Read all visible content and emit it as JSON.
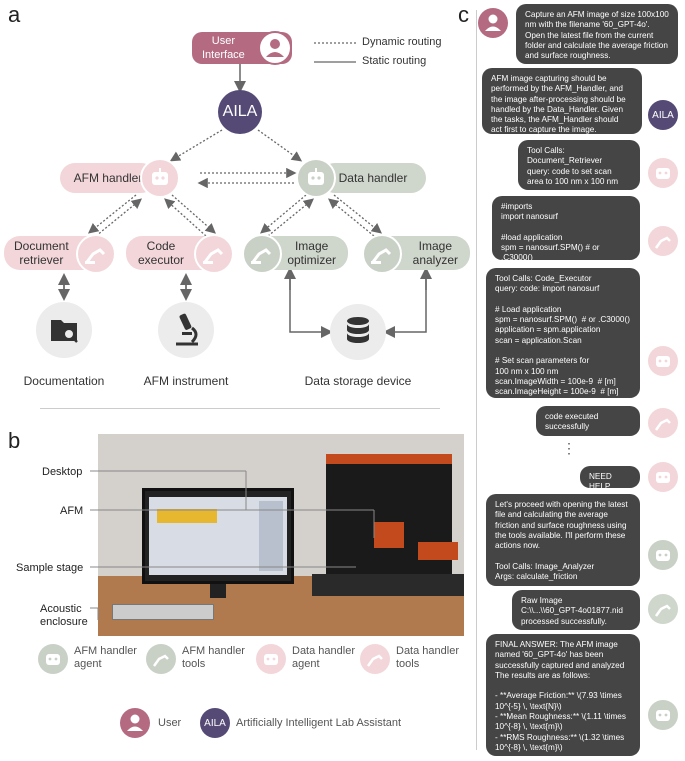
{
  "panels": {
    "a": "a",
    "b": "b",
    "c": "c"
  },
  "legend_routing": {
    "dynamic": "Dynamic routing",
    "static": "Static routing"
  },
  "nodes": {
    "user_interface": "User\nInterface",
    "aila": "AILA",
    "afm_handler": "AFM handler",
    "data_handler": "Data handler",
    "document_retriever": "Document\nretriever",
    "code_executor": "Code\nexecutor",
    "image_optimizer": "Image\noptimizer",
    "image_analyzer": "Image\nanalyzer"
  },
  "resources": {
    "documentation": "Documentation",
    "afm_instrument": "AFM instrument",
    "data_storage": "Data storage device"
  },
  "photo_labels": {
    "desktop": "Desktop",
    "afm": "AFM",
    "sample_stage": "Sample stage",
    "acoustic_enclosure": "Acoustic\nenclosure"
  },
  "legend": {
    "afm_agent": "AFM handler\nagent",
    "afm_tools": "AFM handler\ntools",
    "data_agent": "Data handler\nagent",
    "data_tools": "Data handler\ntools",
    "user": "User",
    "aila_short": "AILA",
    "aila_full": "Artificially Intelligent Lab Assistant"
  },
  "chat": {
    "m1": "Capture an AFM image of size 100x100\nnm with the filename '60_GPT-4o'.\nOpen the latest file from the current\nfolder and calculate the average friction\nand surface roughness.",
    "m2": "AFM image capturing should be\nperformed by the AFM_Handler, and\nthe image after-processing should be\nhandled by the Data_Handler. Given\nthe tasks, the AFM_Handler should\nact first to capture the image.",
    "m2_avatar": "AILA",
    "m3": "Tool Calls:\nDocument_Retriever\nquery: code to set scan\narea to 100 nm x 100 nm",
    "m4": "#imports\nimport nanosurf\n\n#load application\nspm = nanosurf.SPM() # or .C3000()\n...",
    "m5": "Tool Calls: Code_Executor\nquery: code: import nanosurf\n\n# Load application\nspm = nanosurf.SPM()  # or .C3000()\napplication = spm.application\nscan = application.Scan\n\n# Set scan parameters for\n100 nm x 100 nm\nscan.ImageWidth = 100e-9  # [m]\nscan.ImageHeight = 100e-9  # [m]\n...",
    "m6": "code executed\nsuccessfully",
    "ellipsis": "⋮",
    "m7": "NEED HELP",
    "m8": "Let's proceed with opening the latest\nfile and calculating the average\nfriction and surface roughness using\nthe tools available. I'll perform these\nactions now.\n\nTool Calls: Image_Analyzer\nArgs: calculate_friction",
    "m9": "Raw Image\nC:\\\\...\\\\60_GPT-4o01877.nid\nprocessed successfully.",
    "m10": "FINAL ANSWER: The AFM image\nnamed '60_GPT-4o' has been\nsuccessfully captured and analyzed\nThe results are as follows:\n\n- **Average Friction:** \\(7.93 \\times\n10^{-5} \\, \\text{N}\\)\n- **Mean Roughness:** \\(1.11 \\times\n10^{-8} \\, \\text{m}\\)\n- **RMS Roughness:** \\(1.32 \\times\n10^{-8} \\, \\text{m}\\)"
  },
  "colors": {
    "user": "#b46b82",
    "aila": "#554a75",
    "afm": "#f2d6da",
    "data": "#cfd6cb",
    "bubble": "#454545"
  }
}
